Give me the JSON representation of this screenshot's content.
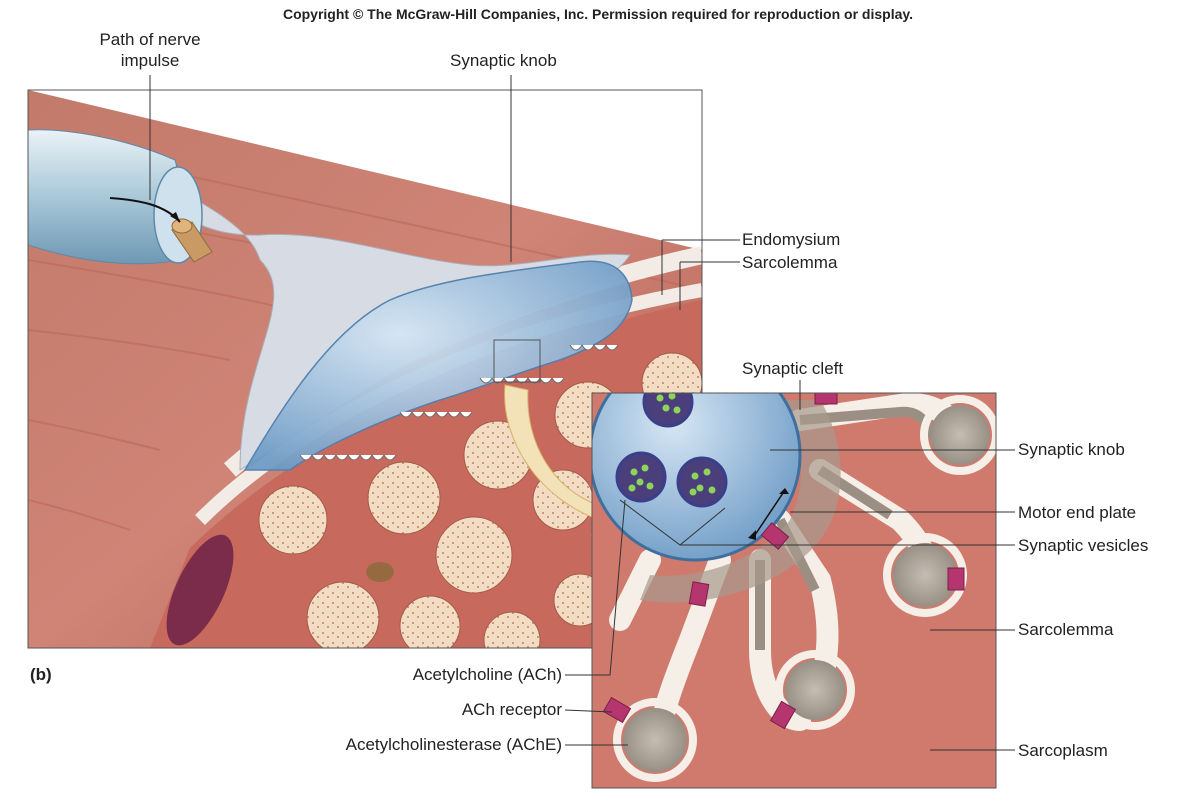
{
  "copyright": "Copyright © The McGraw-Hill Companies, Inc. Permission required for reproduction or display.",
  "panel_label": "(b)",
  "labels": {
    "path_of_nerve_impulse_line1": "Path of nerve",
    "path_of_nerve_impulse_line2": "impulse",
    "synaptic_knob_top": "Synaptic knob",
    "endomysium": "Endomysium",
    "sarcolemma_top": "Sarcolemma",
    "synaptic_cleft": "Synaptic cleft",
    "synaptic_knob_inset": "Synaptic knob",
    "motor_end_plate": "Motor end plate",
    "synaptic_vesicles": "Synaptic vesicles",
    "sarcolemma_inset": "Sarcolemma",
    "sarcoplasm": "Sarcoplasm",
    "acetylcholine": "Acetylcholine (ACh)",
    "ach_receptor": "ACh receptor",
    "acetylcholinesterase": "Acetylcholinesterase (AChE)"
  },
  "colors": {
    "muscle": "#c9766a",
    "muscle_dark": "#a8544b",
    "knob_blue": "#8fb4d6",
    "axon_gray": "#c9cdd6",
    "myofibril": "#f2dcc3",
    "sarcolemma": "#f4ece4",
    "receptor": "#b5366e",
    "vesicle_green": "#7cc24a",
    "line": "#333333"
  }
}
